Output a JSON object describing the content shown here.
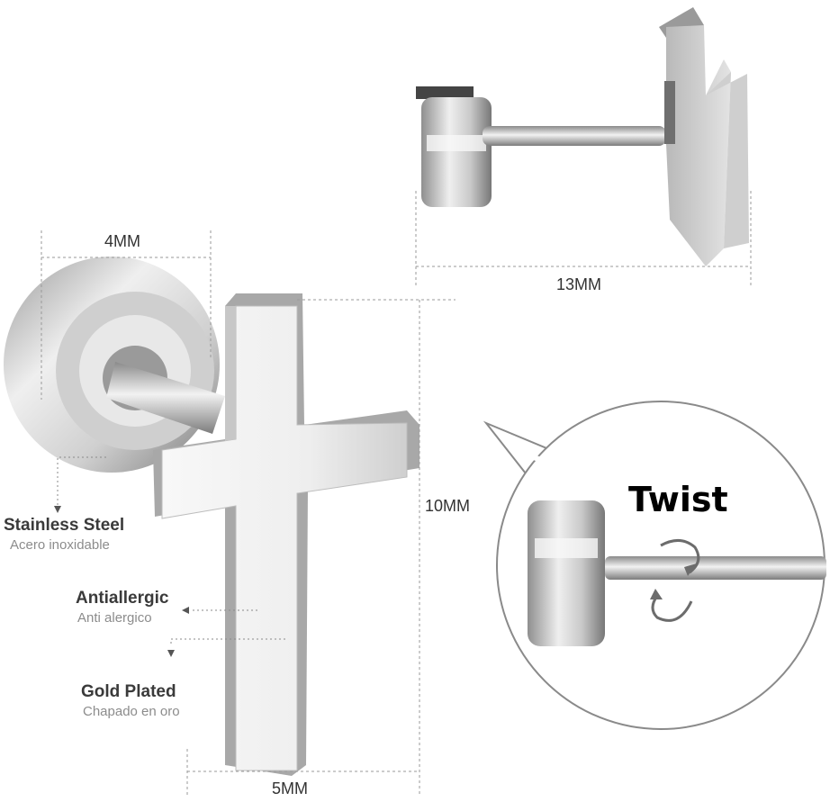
{
  "dimensions": {
    "top_width": "4MM",
    "top_length": "13MM",
    "cross_height": "10MM",
    "cross_width": "5MM"
  },
  "materials": [
    {
      "main": "Stainless Steel",
      "sub": "Acero inoxidable"
    },
    {
      "main": "Antiallergic",
      "sub": "Anti alergico"
    },
    {
      "main": "Gold Plated",
      "sub": "Chapado en oro"
    }
  ],
  "callout": {
    "label": "Twist"
  },
  "colors": {
    "metal_light": "#f4f4f4",
    "metal_mid": "#bdbdbd",
    "metal_dark": "#6e6e6e",
    "guide_line": "#9a9a9a"
  }
}
